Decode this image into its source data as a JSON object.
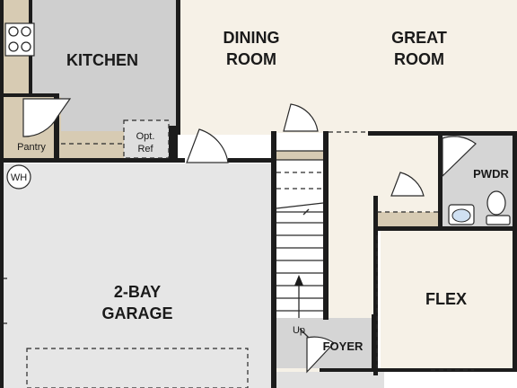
{
  "colors": {
    "living": "#f6f1e7",
    "kitchen": "#cfcfcf",
    "garage": "#e6e6e6",
    "utility": "#d7cbb3",
    "bath": "#d5d5d5",
    "wall": "#1c1c1c"
  },
  "rooms": {
    "kitchen": "KITCHEN",
    "dining_line1": "DINING",
    "dining_line2": "ROOM",
    "great_line1": "GREAT",
    "great_line2": "ROOM",
    "pantry": "Pantry",
    "opt_ref_line1": "Opt.",
    "opt_ref_line2": "Ref",
    "water_heater": "WH",
    "pwdr": "PWDR",
    "garage_line1": "2-BAY",
    "garage_line2": "GARAGE",
    "flex": "FLEX",
    "foyer": "FOYER",
    "stair_up": "Up"
  },
  "icons": [
    "cooktop-icon",
    "toilet-icon",
    "sink-icon",
    "stair-arrow-icon"
  ]
}
